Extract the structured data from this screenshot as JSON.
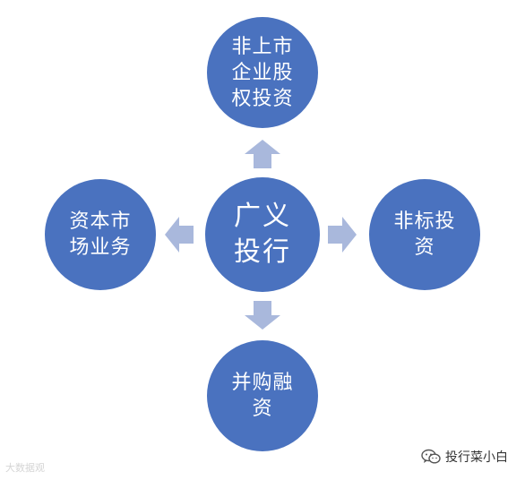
{
  "diagram": {
    "center_node": {
      "lines": [
        "广义",
        "投行"
      ]
    },
    "top_node": {
      "lines": [
        "非上市",
        "企业股",
        "权投资"
      ]
    },
    "left_node": {
      "lines": [
        "资本市",
        "场业务"
      ]
    },
    "right_node": {
      "lines": [
        "非标投",
        "资"
      ]
    },
    "bottom_node": {
      "lines": [
        "并购融",
        "资"
      ]
    },
    "node_color": "#4a72bf",
    "arrow_color": "#a9b8dc",
    "text_color": "#ffffff"
  },
  "watermark": {
    "left_text": "大数据观",
    "right_text": "投行菜小白",
    "right_icon": "wechat-icon"
  }
}
